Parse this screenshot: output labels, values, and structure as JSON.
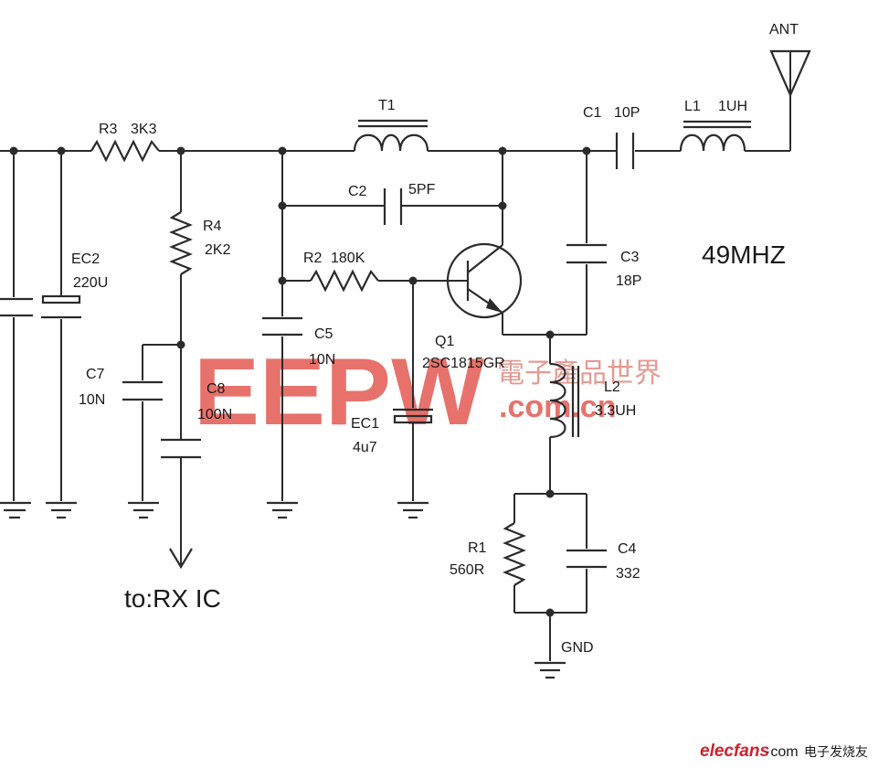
{
  "frequency": "49MHZ",
  "output_label": "to:RX IC",
  "antenna": "ANT",
  "ground": "GND",
  "components": {
    "R3": {
      "ref": "R3",
      "value": "3K3"
    },
    "R4": {
      "ref": "R4",
      "value": "2K2"
    },
    "R2": {
      "ref": "R2",
      "value": "180K"
    },
    "R1": {
      "ref": "R1",
      "value": "560R"
    },
    "EC2": {
      "ref": "EC2",
      "value": "220U"
    },
    "C7": {
      "ref": "C7",
      "value": "10N"
    },
    "C8": {
      "ref": "C8",
      "value": "100N"
    },
    "C5": {
      "ref": "C5",
      "value": "10N"
    },
    "EC1": {
      "ref": "EC1",
      "value": "4u7"
    },
    "C2": {
      "ref": "C2",
      "value": "5PF"
    },
    "C3": {
      "ref": "C3",
      "value": "18P"
    },
    "C1": {
      "ref": "C1",
      "value": "10P"
    },
    "C4": {
      "ref": "C4",
      "value": "332"
    },
    "T1": {
      "ref": "T1"
    },
    "L1": {
      "ref": "L1",
      "value": "1UH"
    },
    "L2": {
      "ref": "L2",
      "value": "3.3UH"
    },
    "Q1": {
      "ref": "Q1",
      "value": "2SC1815GR"
    }
  },
  "watermark": {
    "logo": "EEPW",
    "cn": "電子產品世界",
    "url": ".com.cn"
  },
  "footer": {
    "site": "elecfans",
    "suffix": "·com",
    "cn": "电子发烧友"
  },
  "colors": {
    "wire": "#2b2b2b",
    "watermark": "#e0413a",
    "footer_site": "#d0202a"
  }
}
